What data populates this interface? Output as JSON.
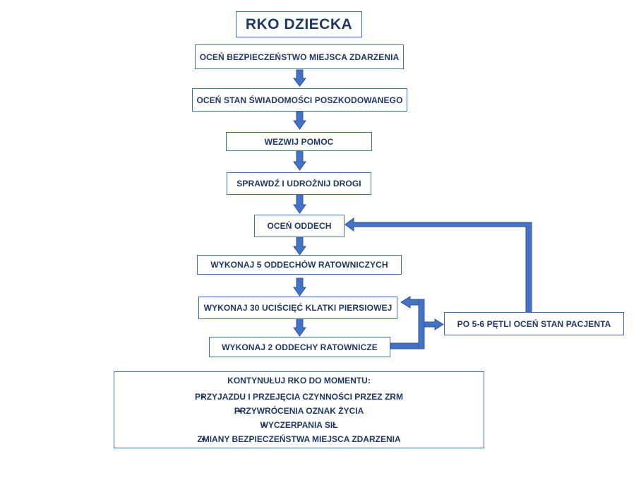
{
  "title": "RKO DZIECKA",
  "steps": {
    "safety": "OCEŃ BEZPIECZEŃSTWO MIEJSCA ZDARZENIA",
    "consciousness": "OCEŃ STAN ŚWIADOMOŚCI POSZKODOWANEGO",
    "call_help": "WEZWIJ POMOC",
    "airway": "SPRAWDŹ I UDROŻNIJ DROGI",
    "breathing": "OCEŃ ODDECH",
    "rescue_breaths_5": "WYKONAJ 5 ODDECHÓW RATOWNICZYCH",
    "compressions_30": "WYKONAJ 30 UCIŚCIĘĆ KLATKI PIERSIOWEJ",
    "rescue_breaths_2": "WYKONAJ 2 ODDECHY RATOWNICZE",
    "reassess": "PO 5-6 PĘTLI OCEŃ STAN PACJENTA"
  },
  "continue_note": {
    "heading": "KONTYNUŁUJ RKO DO MOMENTU:",
    "items": [
      "PRZYJAZDU I PRZEJĘCIA CZYNNOŚCI PRZEZ ZRM",
      "PRZYWRÓCENIA OZNAK ŻYCIA",
      "WYCZERPANIA SIŁ",
      "ZMIANY BEZPIECZEŃSTWA MIEJSCA ZDARZENIA"
    ]
  },
  "colors": {
    "box_border": "#3f6fb5",
    "arrow_fill": "#4472c4",
    "arrow_stroke": "#2f5597",
    "text": "#1f3864"
  }
}
